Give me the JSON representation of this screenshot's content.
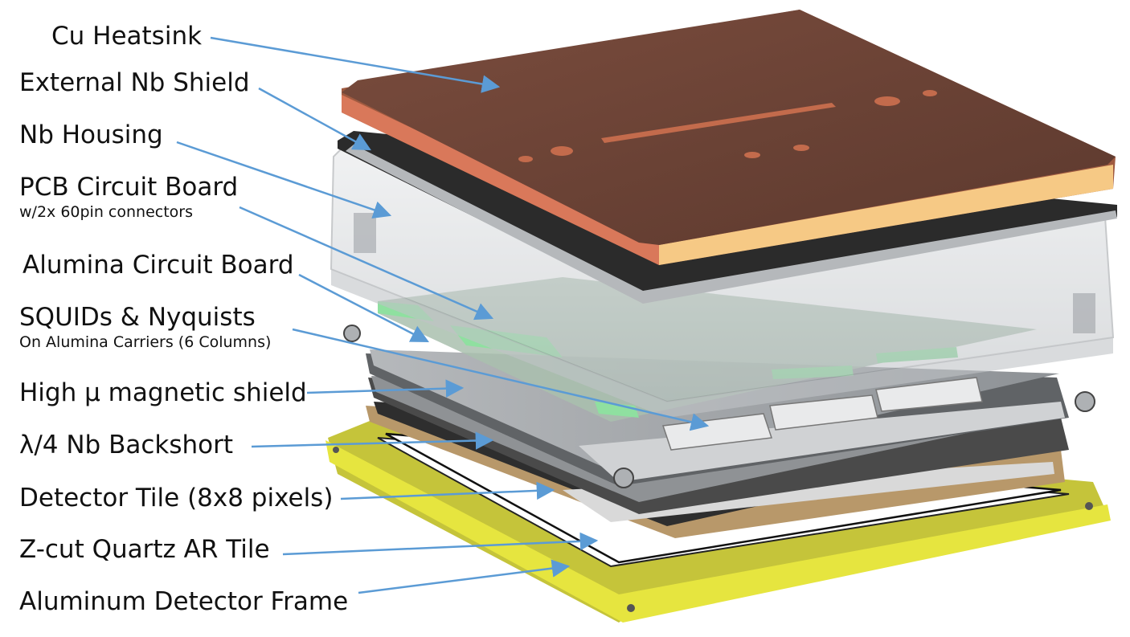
{
  "diagram": {
    "labels": [
      {
        "id": "cu-heatsink",
        "text": "Cu Heatsink",
        "sub": ""
      },
      {
        "id": "external-nb-shield",
        "text": "External Nb Shield",
        "sub": ""
      },
      {
        "id": "nb-housing",
        "text": "Nb Housing",
        "sub": ""
      },
      {
        "id": "pcb-circuit-board",
        "text": "PCB Circuit Board",
        "sub": "w/2x 60pin connectors"
      },
      {
        "id": "alumina-circuit-board",
        "text": "Alumina Circuit Board",
        "sub": ""
      },
      {
        "id": "squids-nyquists",
        "text": "SQUIDs & Nyquists",
        "sub": "On Alumina Carriers (6 Columns)"
      },
      {
        "id": "high-mu-shield",
        "text": "High μ magnetic shield",
        "sub": ""
      },
      {
        "id": "nb-backshort",
        "text": "λ/4 Nb Backshort",
        "sub": ""
      },
      {
        "id": "detector-tile",
        "text": "Detector Tile (8x8 pixels)",
        "sub": ""
      },
      {
        "id": "quartz-ar-tile",
        "text": "Z-cut Quartz AR Tile",
        "sub": ""
      },
      {
        "id": "aluminum-frame",
        "text": "Aluminum Detector Frame",
        "sub": ""
      }
    ],
    "colors": {
      "leader_line": "#5b9bd5",
      "copper_top": "#6b4437",
      "copper_edge": "#d9785a",
      "copper_gold": "#f6c985",
      "housing": "#c8ccd0",
      "circuit_green": "#8fe0a0",
      "frame_yellow": "#e4e23a"
    }
  }
}
